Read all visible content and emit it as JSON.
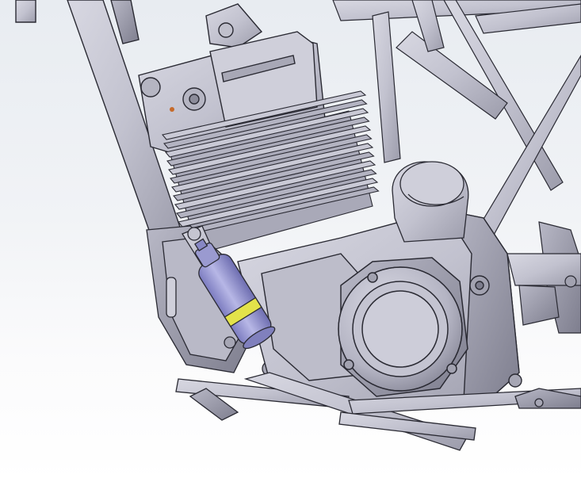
{
  "viewport": {
    "background_top": "#e8ecf1",
    "background_bottom": "#ffffff"
  },
  "model": {
    "body_color": "#c8c8d4",
    "shadow_color": "#8e8e9c",
    "edge_color": "#2a2a33",
    "sensor_color": "#a8a8d8",
    "sensor_band_color": "#e3e24a",
    "bolt_accent_color": "#c66a2a"
  },
  "icons": [
    "engine-model",
    "frame-tube",
    "cylinder-fins",
    "crankcase-cover",
    "sensor-cylinder"
  ]
}
